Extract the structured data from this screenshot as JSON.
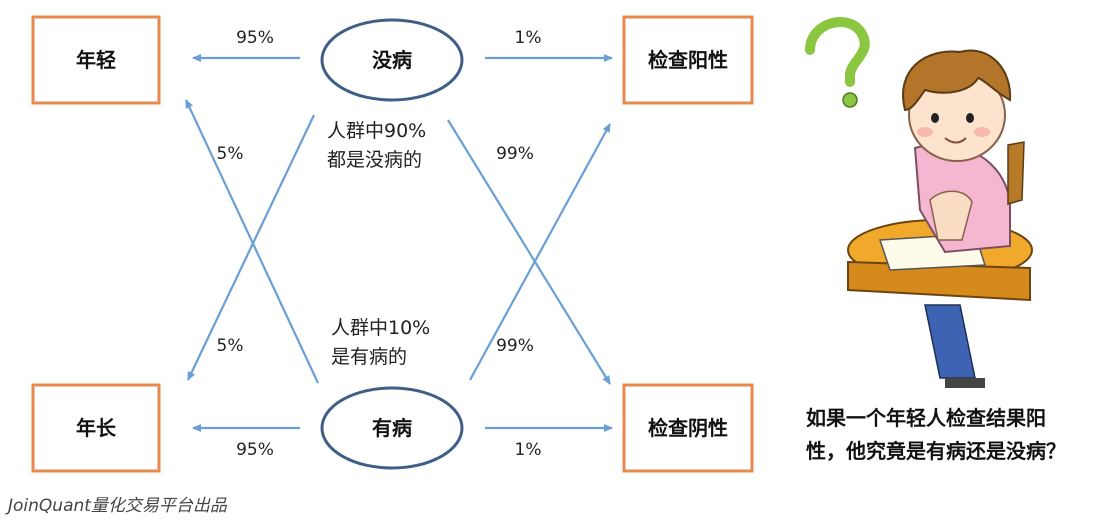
{
  "nodes": {
    "young": "年轻",
    "old": "年长",
    "healthy": "没病",
    "sick": "有病",
    "test_positive": "检查阳性",
    "test_negative": "检查阴性"
  },
  "edges": {
    "healthy_to_young": "95%",
    "healthy_to_old": "5%",
    "sick_to_young": "5%",
    "sick_to_old": "95%",
    "healthy_to_positive": "1%",
    "healthy_to_negative": "99%",
    "sick_to_positive": "99%",
    "sick_to_negative": "1%"
  },
  "notes": {
    "healthy_line1": "人群中90%",
    "healthy_line2": "都是没病的",
    "sick_line1": "人群中10%",
    "sick_line2": "是有病的"
  },
  "question": {
    "line1": "如果一个年轻人检查结果阳",
    "line2": "性，他究竟是有病还是没病？"
  },
  "footer": "JoinQuant量化交易平台出品",
  "colors": {
    "box_border": "#e8884a",
    "ellipse_border": "#3f5f87",
    "arrow": "#6a9fd6"
  }
}
